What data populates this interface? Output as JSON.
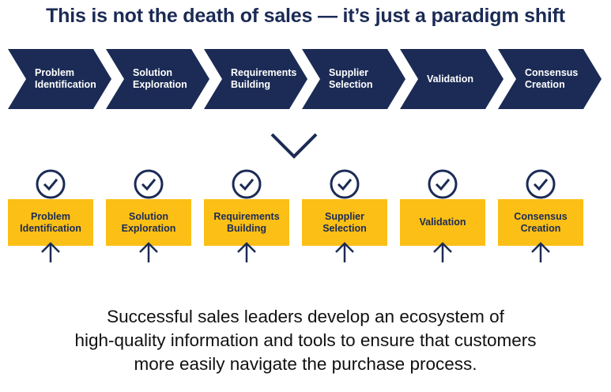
{
  "title": "This is not the death of sales — it’s just a paradigm shift",
  "stages": [
    {
      "line1": "Problem",
      "line2": "Identification"
    },
    {
      "line1": "Solution",
      "line2": "Exploration"
    },
    {
      "line1": "Requirements",
      "line2": "Building"
    },
    {
      "line1": "Supplier",
      "line2": "Selection"
    },
    {
      "line1": "Validation",
      "line2": ""
    },
    {
      "line1": "Consensus",
      "line2": "Creation"
    }
  ],
  "footer": {
    "line1": "Successful sales leaders develop an ecosystem of",
    "line2": "high-quality information and tools to ensure that customers",
    "line3": "more easily navigate the purchase process."
  },
  "colors": {
    "navy": "#1b2b55",
    "yellow": "#fbbf15"
  }
}
